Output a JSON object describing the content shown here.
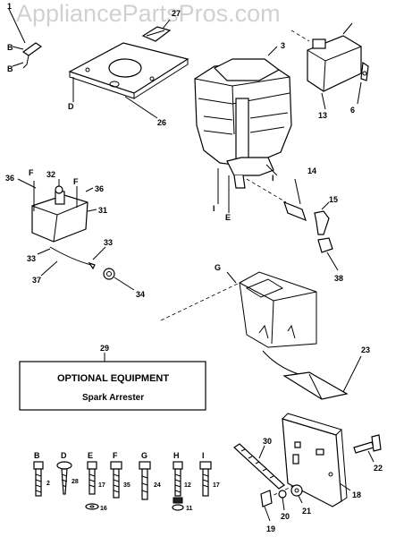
{
  "watermark": "AppliancePartsPros.com",
  "box": {
    "number": "29",
    "title": "OPTIONAL EQUIPMENT",
    "subtitle": "Spark Arrester"
  },
  "ref_letters": {
    "b1": "B",
    "b2": "B",
    "d": "D",
    "f1": "F",
    "f2": "F",
    "i_top": "I",
    "e_top": "E",
    "i_left": "I",
    "g": "G",
    "hw_b": "B",
    "hw_d": "D",
    "hw_e": "E",
    "hw_f": "F",
    "hw_g": "G",
    "hw_h": "H",
    "hw_i": "I"
  },
  "part_numbers": {
    "p1": "1",
    "p27": "27",
    "p3": "3",
    "p26": "26",
    "p13": "13",
    "p6": "6",
    "p14": "14",
    "p15": "15",
    "p38": "38",
    "p36a": "36",
    "p32": "32",
    "p36b": "36",
    "p31": "31",
    "p33a": "33",
    "p33b": "33",
    "p37": "37",
    "p34": "34",
    "p23": "23",
    "p30": "30",
    "p22": "22",
    "p18": "18",
    "p21": "21",
    "p20": "20",
    "p19": "19",
    "hw2": "2",
    "hw28": "28",
    "hw17a": "17",
    "hw16": "16",
    "hw35": "35",
    "hw24": "24",
    "hw12": "12",
    "hw11": "11",
    "hw17b": "17"
  }
}
